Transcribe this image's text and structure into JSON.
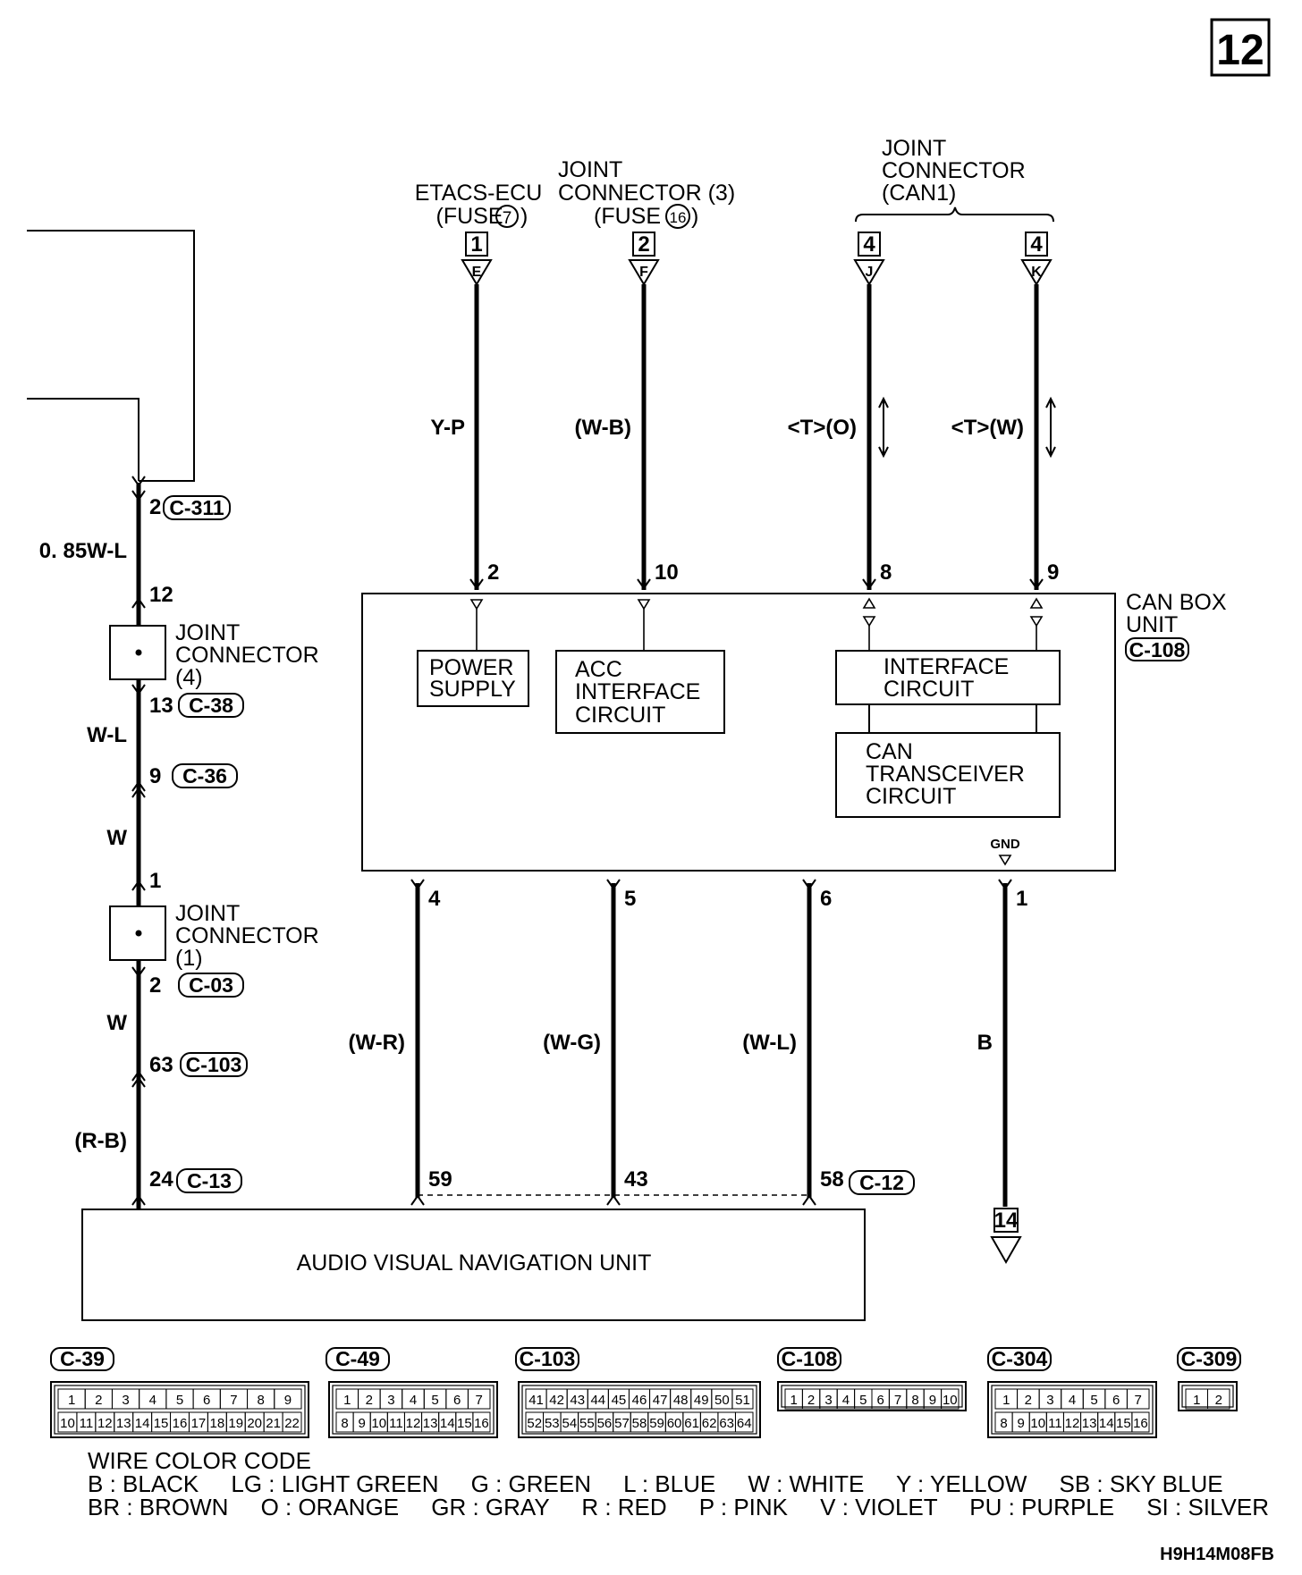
{
  "page_number": "12",
  "figure_code": "H9H14M08FB",
  "top_sources": [
    {
      "title_lines": [
        "ETACS-ECU",
        "(FUSE"
      ],
      "fuse": "7",
      "pin_box": "1",
      "letter": "E",
      "wire": "Y-P",
      "pin": "2"
    },
    {
      "title_lines": [
        "JOINT",
        "CONNECTOR (3)",
        "(FUSE"
      ],
      "fuse": "16",
      "pin_box": "2",
      "letter": "F",
      "wire": "(W-B)",
      "pin": "10"
    },
    {
      "pin_box": "4",
      "letter": "J",
      "wire": "<T>(O)",
      "pin": "8"
    },
    {
      "pin_box": "4",
      "letter": "K",
      "wire": "<T>(W)",
      "pin": "9"
    }
  ],
  "joint_can1": [
    "JOINT",
    "CONNECTOR",
    "(CAN1)"
  ],
  "can_box": {
    "title": [
      "CAN BOX",
      "UNIT"
    ],
    "connector": "C-108",
    "power_supply": [
      "POWER",
      "SUPPLY"
    ],
    "acc": [
      "ACC",
      "INTERFACE",
      "CIRCUIT"
    ],
    "interface": [
      "INTERFACE",
      "CIRCUIT"
    ],
    "transceiver": [
      "CAN",
      "TRANSCEIVER",
      "CIRCUIT"
    ],
    "gnd": "GND"
  },
  "left_chain": {
    "c311": {
      "pin": "2",
      "id": "C-311"
    },
    "wire1": "0. 85W-L",
    "jc4": {
      "pin_in": "12",
      "label": [
        "JOINT",
        "CONNECTOR",
        "(4)"
      ],
      "pin_out": "13",
      "id": "C-38"
    },
    "wire2": "W-L",
    "c36": {
      "pin": "9",
      "id": "C-36"
    },
    "wire3": "W",
    "jc1": {
      "pin_in": "1",
      "label": [
        "JOINT",
        "CONNECTOR",
        "(1)"
      ],
      "pin_out": "2",
      "id": "C-03"
    },
    "wire4": "W",
    "c103": {
      "pin": "63",
      "id": "C-103"
    },
    "wire5": "(R-B)",
    "c13": {
      "pin": "24",
      "id": "C-13"
    }
  },
  "bottom_wires": [
    {
      "pin_top": "4",
      "wire": "(W-R)",
      "pin_bottom": "59"
    },
    {
      "pin_top": "5",
      "wire": "(W-G)",
      "pin_bottom": "43"
    },
    {
      "pin_top": "6",
      "wire": "(W-L)",
      "pin_bottom": "58"
    }
  ],
  "c12": "C-12",
  "ground": {
    "pin": "1",
    "wire": "B",
    "box": "14"
  },
  "av_unit": "AUDIO VISUAL NAVIGATION UNIT",
  "connector_views": [
    {
      "id": "C-39",
      "row1": [
        "1",
        "2",
        "3",
        "4",
        "5",
        "6",
        "7",
        "8",
        "9"
      ],
      "row2": [
        "10",
        "11",
        "12",
        "13",
        "14",
        "15",
        "16",
        "17",
        "18",
        "19",
        "20",
        "21",
        "22"
      ]
    },
    {
      "id": "C-49",
      "row1": [
        "1",
        "2",
        "3",
        "4",
        "5",
        "6",
        "7"
      ],
      "row2": [
        "8",
        "9",
        "10",
        "11",
        "12",
        "13",
        "14",
        "15",
        "16"
      ]
    },
    {
      "id": "C-103",
      "row1": [
        "41",
        "42",
        "43",
        "44",
        "45",
        "46",
        "47",
        "48",
        "49",
        "50",
        "51"
      ],
      "row2": [
        "52",
        "53",
        "54",
        "55",
        "56",
        "57",
        "58",
        "59",
        "60",
        "61",
        "62",
        "63",
        "64"
      ]
    },
    {
      "id": "C-108",
      "row1": [
        "1",
        "2",
        "3",
        "4",
        "5",
        "6",
        "7",
        "8",
        "9",
        "10"
      ]
    },
    {
      "id": "C-304",
      "row1": [
        "1",
        "2",
        "3",
        "4",
        "5",
        "6",
        "7"
      ],
      "row2": [
        "8",
        "9",
        "10",
        "11",
        "12",
        "13",
        "14",
        "15",
        "16"
      ]
    },
    {
      "id": "C-309",
      "row1": [
        "1",
        "2"
      ]
    }
  ],
  "wire_color_code": {
    "title": "WIRE COLOR CODE",
    "line1": "B : BLACK     LG : LIGHT GREEN     G : GREEN     L : BLUE     W : WHITE     Y : YELLOW     SB : SKY BLUE",
    "line2": "BR : BROWN     O : ORANGE     GR : GRAY     R : RED     P : PINK     V : VIOLET     PU : PURPLE     SI : SILVER"
  }
}
